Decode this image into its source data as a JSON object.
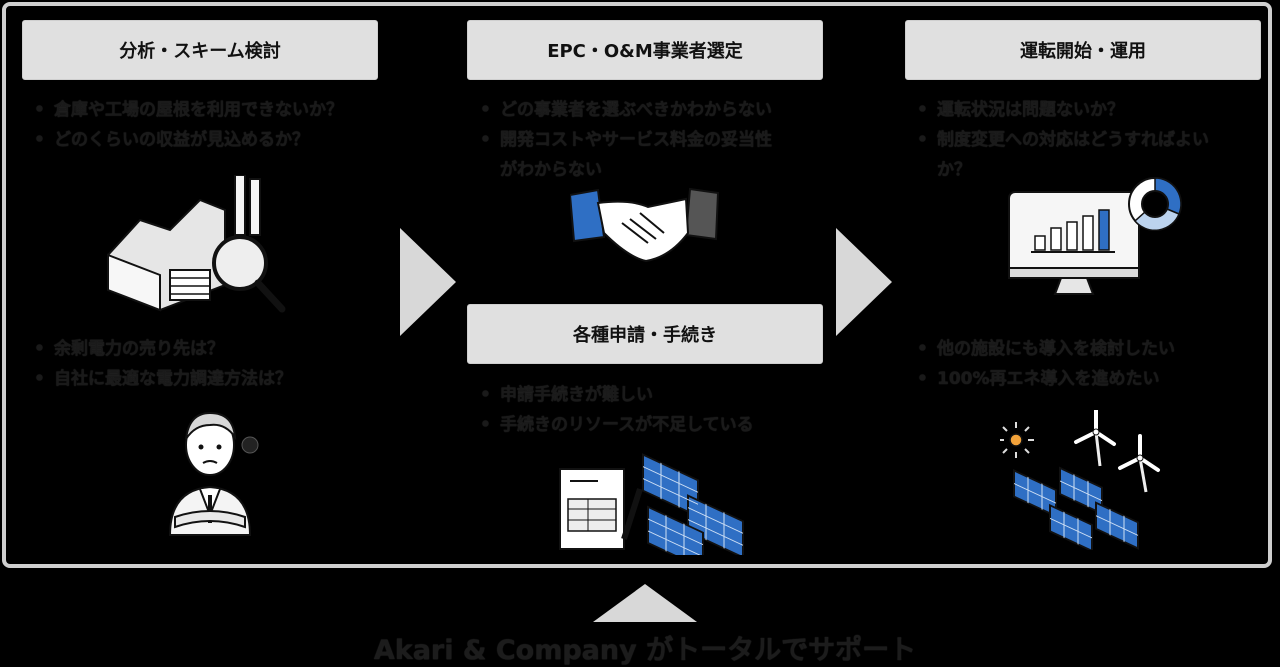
{
  "columns": [
    {
      "header": "分析・スキーム検討",
      "bullets_top": [
        "倉庫や工場の屋根を利用できないか？",
        "どのくらいの収益が見込めるか？"
      ],
      "bullets_bottom": [
        "余剰電力の売り先は？",
        "自社に最適な電力調達方法は？"
      ]
    },
    {
      "header": "EPC・O&M事業者選定",
      "bullets_top": [
        "どの事業者を選ぶべきかわからない",
        "開発コストやサービス料金の妥当性",
        "がわからない"
      ],
      "header2": "各種申請・手続き",
      "bullets_bottom": [
        "申請手続きが難しい",
        "手続きのリソースが不足している"
      ]
    },
    {
      "header": "運転開始・運用",
      "bullets_top": [
        "運転状況は問題ないか？",
        "制度変更への対応はどうすればよい",
        "か？"
      ],
      "bullets_bottom": [
        "他の施設にも導入を検討したい",
        "100%再エネ導入を進めたい"
      ]
    }
  ],
  "footer": {
    "support_text": "Akari & Company がトータルでサポート"
  },
  "icons": [
    "factory-icon",
    "magnifier-icon",
    "businessman-icon",
    "handshake-icon",
    "document-icon",
    "solar-panel-icon",
    "monitor-chart-icon",
    "donut-chart-icon",
    "wind-turbine-icon",
    "sun-icon"
  ],
  "colors": {
    "header_bg": "#e0e0e0",
    "arrow": "#d8d8d8",
    "accent_blue": "#2f6fc4",
    "background": "#000000"
  }
}
